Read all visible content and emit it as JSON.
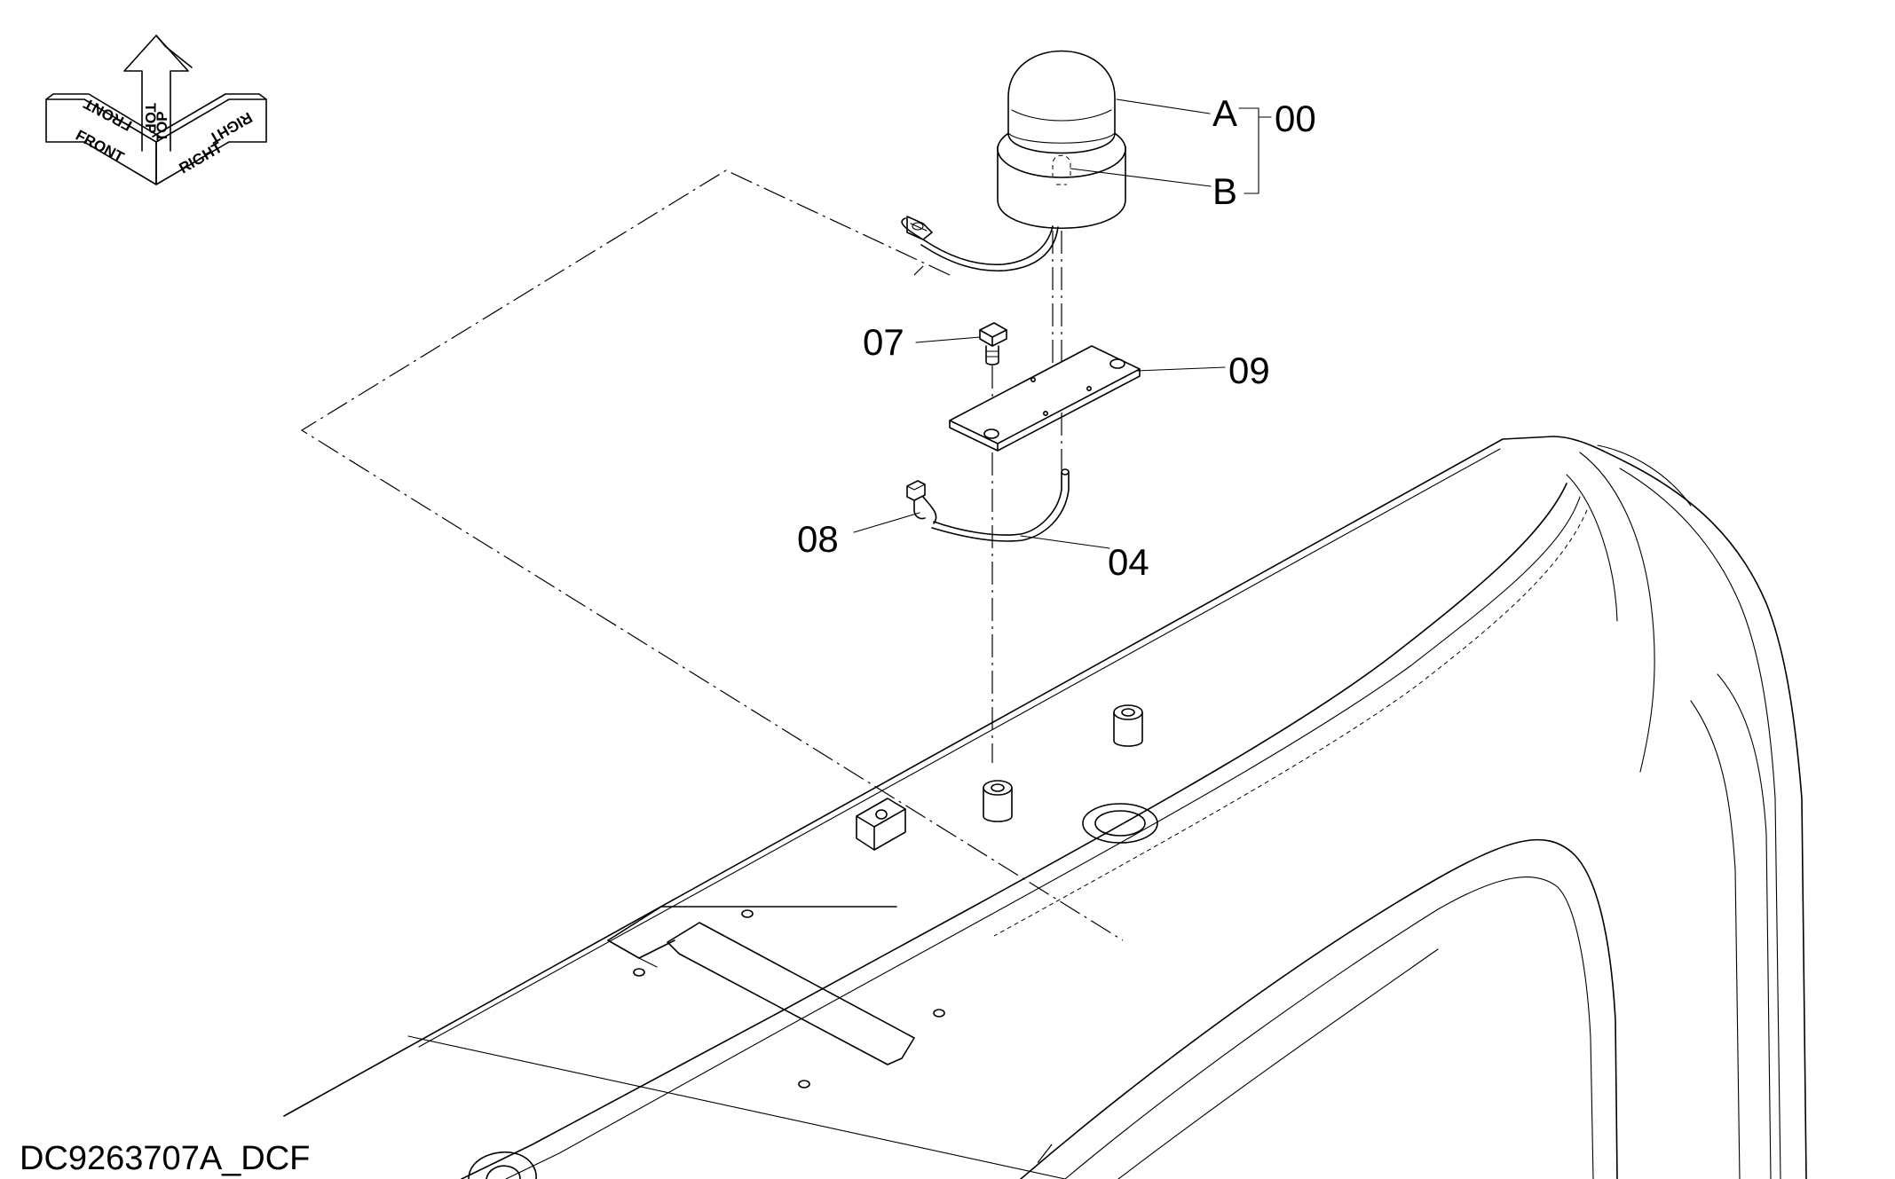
{
  "diagram": {
    "orientation": {
      "front": "FRONT",
      "front_mirror": "FRONT",
      "top": "TOP",
      "top_mirror": "TOP",
      "right": "RIGHT",
      "right_mirror": "RIGHT"
    },
    "callouts": {
      "A": "A",
      "B": "B",
      "assembly": "00",
      "bolt": "07",
      "bracket": "09",
      "harness": "04",
      "clip": "08"
    },
    "drawing_code": "DC9263707A_DCF"
  }
}
